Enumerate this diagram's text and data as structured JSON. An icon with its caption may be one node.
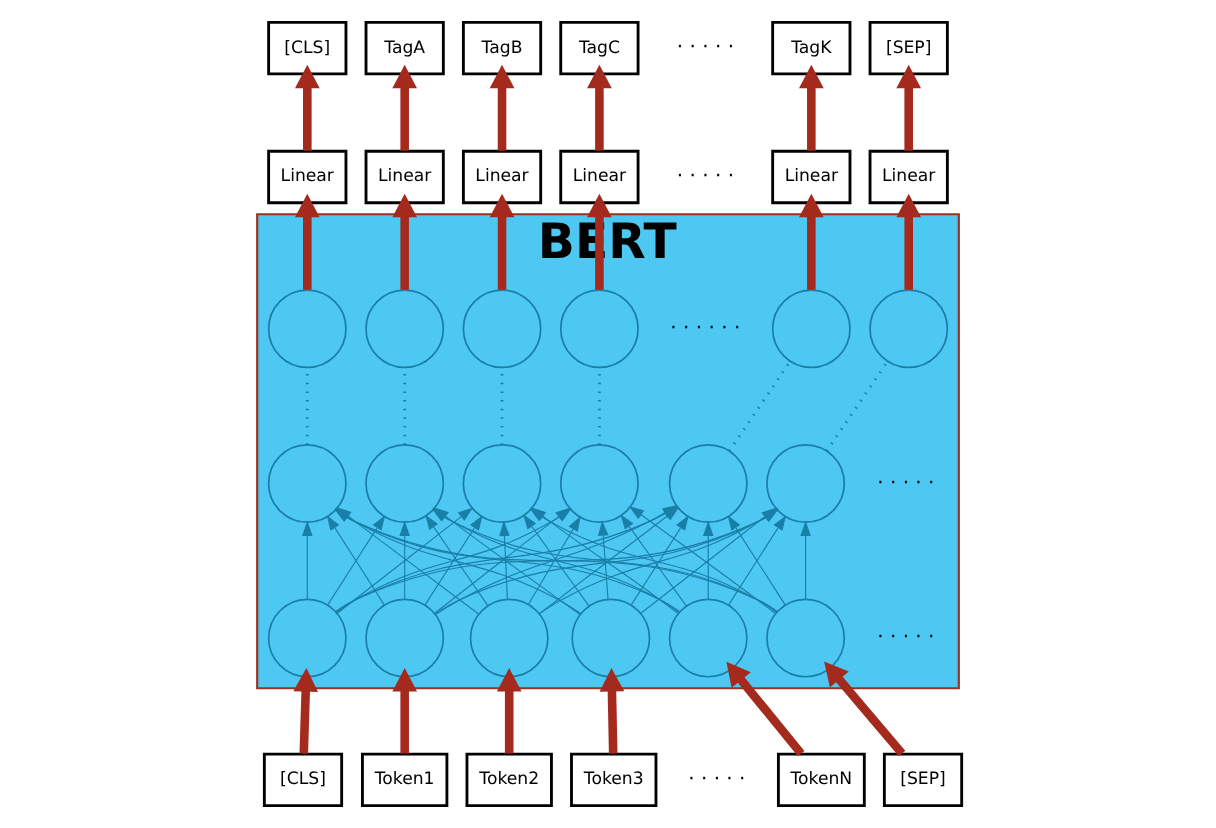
{
  "diagram": {
    "nodes": [
      {
        "text": [
          "[CLS]"
        ]
      },
      {
        "text": [
          "TagA"
        ]
      },
      {
        "text": [
          "TagB"
        ]
      },
      {
        "text": [
          "TagC"
        ]
      },
      {
        "text": [
          "TagK"
        ]
      },
      {
        "text": [
          "[SEP]"
        ]
      },
      {
        "text": [
          "Linear"
        ]
      },
      {
        "text": [
          "Linear"
        ]
      },
      {
        "text": [
          "Linear"
        ]
      },
      {
        "text": [
          "Linear"
        ]
      },
      {
        "text": [
          "Linear"
        ]
      },
      {
        "text": [
          "Linear"
        ]
      },
      {
        "text": [
          "BERT"
        ]
      },
      {
        "text": [],
        "shape": "circle",
        "in": 12
      },
      {
        "text": [],
        "shape": "circle",
        "in": 12
      },
      {
        "text": [],
        "shape": "circle",
        "in": 12
      },
      {
        "text": [],
        "shape": "circle",
        "in": 12
      },
      {
        "text": [],
        "shape": "circle",
        "in": 12
      },
      {
        "text": [],
        "shape": "circle",
        "in": 12
      },
      {
        "text": [],
        "shape": "circle",
        "in": 12
      },
      {
        "text": [],
        "shape": "circle",
        "in": 12
      },
      {
        "text": [],
        "shape": "circle",
        "in": 12
      },
      {
        "text": [],
        "shape": "circle",
        "in": 12
      },
      {
        "text": [],
        "shape": "circle",
        "in": 12
      },
      {
        "text": [],
        "shape": "circle",
        "in": 12
      },
      {
        "text": [],
        "shape": "circle",
        "in": 12
      },
      {
        "text": [],
        "shape": "circle",
        "in": 12
      },
      {
        "text": [],
        "shape": "circle",
        "in": 12
      },
      {
        "text": [],
        "shape": "circle",
        "in": 12
      },
      {
        "text": [],
        "shape": "circle",
        "in": 12
      },
      {
        "text": [],
        "shape": "circle",
        "in": 12
      },
      {
        "text": [
          "[CLS]"
        ]
      },
      {
        "text": [
          "Token1"
        ]
      },
      {
        "text": [
          "Token2"
        ]
      },
      {
        "text": [
          "Token3"
        ]
      },
      {
        "text": [
          "TokenN"
        ]
      },
      {
        "text": [
          "[SEP]"
        ]
      }
    ],
    "edges": [
      {
        "from": 31,
        "to": 25,
        "arrow": "to",
        "style": "thick",
        "color": "#a52a1e"
      },
      {
        "from": 32,
        "to": 26,
        "arrow": "to",
        "style": "thick",
        "color": "#a52a1e"
      },
      {
        "from": 33,
        "to": 27,
        "arrow": "to",
        "style": "thick",
        "color": "#a52a1e"
      },
      {
        "from": 34,
        "to": 28,
        "arrow": "to",
        "style": "thick",
        "color": "#a52a1e"
      },
      {
        "from": 35,
        "to": 29,
        "arrow": "to",
        "style": "thick",
        "color": "#a52a1e"
      },
      {
        "from": 36,
        "to": 30,
        "arrow": "to",
        "style": "thick",
        "color": "#a52a1e"
      },
      {
        "from": 25,
        "to": 19,
        "arrow": "to"
      },
      {
        "from": 25,
        "to": 20,
        "arrow": "to"
      },
      {
        "from": 25,
        "to": 21,
        "arrow": "to"
      },
      {
        "from": 25,
        "to": 22,
        "arrow": "to"
      },
      {
        "from": 25,
        "to": 23,
        "arrow": "to"
      },
      {
        "from": 25,
        "to": 24,
        "arrow": "to"
      },
      {
        "from": 26,
        "to": 19,
        "arrow": "to"
      },
      {
        "from": 26,
        "to": 20,
        "arrow": "to"
      },
      {
        "from": 26,
        "to": 21,
        "arrow": "to"
      },
      {
        "from": 26,
        "to": 22,
        "arrow": "to"
      },
      {
        "from": 26,
        "to": 23,
        "arrow": "to"
      },
      {
        "from": 26,
        "to": 24,
        "arrow": "to"
      },
      {
        "from": 27,
        "to": 19,
        "arrow": "to"
      },
      {
        "from": 27,
        "to": 20,
        "arrow": "to"
      },
      {
        "from": 27,
        "to": 21,
        "arrow": "to"
      },
      {
        "from": 27,
        "to": 22,
        "arrow": "to"
      },
      {
        "from": 27,
        "to": 23,
        "arrow": "to"
      },
      {
        "from": 27,
        "to": 24,
        "arrow": "to"
      },
      {
        "from": 28,
        "to": 19,
        "arrow": "to"
      },
      {
        "from": 28,
        "to": 20,
        "arrow": "to"
      },
      {
        "from": 28,
        "to": 21,
        "arrow": "to"
      },
      {
        "from": 28,
        "to": 22,
        "arrow": "to"
      },
      {
        "from": 28,
        "to": 23,
        "arrow": "to"
      },
      {
        "from": 28,
        "to": 24,
        "arrow": "to"
      },
      {
        "from": 29,
        "to": 19,
        "arrow": "to"
      },
      {
        "from": 29,
        "to": 20,
        "arrow": "to"
      },
      {
        "from": 29,
        "to": 21,
        "arrow": "to"
      },
      {
        "from": 29,
        "to": 22,
        "arrow": "to"
      },
      {
        "from": 29,
        "to": 23,
        "arrow": "to"
      },
      {
        "from": 29,
        "to": 24,
        "arrow": "to"
      },
      {
        "from": 30,
        "to": 19,
        "arrow": "to"
      },
      {
        "from": 30,
        "to": 20,
        "arrow": "to"
      },
      {
        "from": 30,
        "to": 21,
        "arrow": "to"
      },
      {
        "from": 30,
        "to": 22,
        "arrow": "to"
      },
      {
        "from": 30,
        "to": 23,
        "arrow": "to"
      },
      {
        "from": 30,
        "to": 24,
        "arrow": "to"
      },
      {
        "from": 19,
        "to": 13,
        "arrow": "none",
        "style": "dashed"
      },
      {
        "from": 20,
        "to": 14,
        "arrow": "none",
        "style": "dashed"
      },
      {
        "from": 21,
        "to": 15,
        "arrow": "none",
        "style": "dashed"
      },
      {
        "from": 22,
        "to": 16,
        "arrow": "none",
        "style": "dashed"
      },
      {
        "from": 23,
        "to": 17,
        "arrow": "none",
        "style": "dashed"
      },
      {
        "from": 24,
        "to": 18,
        "arrow": "none",
        "style": "dashed"
      },
      {
        "from": 13,
        "to": 6,
        "arrow": "to",
        "style": "thick",
        "color": "#a52a1e"
      },
      {
        "from": 14,
        "to": 7,
        "arrow": "to",
        "style": "thick",
        "color": "#a52a1e"
      },
      {
        "from": 15,
        "to": 8,
        "arrow": "to",
        "style": "thick",
        "color": "#a52a1e"
      },
      {
        "from": 16,
        "to": 9,
        "arrow": "to",
        "style": "thick",
        "color": "#a52a1e"
      },
      {
        "from": 17,
        "to": 10,
        "arrow": "to",
        "style": "thick",
        "color": "#a52a1e"
      },
      {
        "from": 18,
        "to": 11,
        "arrow": "to",
        "style": "thick",
        "color": "#a52a1e"
      },
      {
        "from": 6,
        "to": 0,
        "arrow": "to",
        "style": "thick",
        "color": "#a52a1e"
      },
      {
        "from": 7,
        "to": 1,
        "arrow": "to",
        "style": "thick",
        "color": "#a52a1e"
      },
      {
        "from": 8,
        "to": 2,
        "arrow": "to",
        "style": "thick",
        "color": "#a52a1e"
      },
      {
        "from": 9,
        "to": 3,
        "arrow": "to",
        "style": "thick",
        "color": "#a52a1e"
      },
      {
        "from": 10,
        "to": 4,
        "arrow": "to",
        "style": "thick",
        "color": "#a52a1e"
      },
      {
        "from": 11,
        "to": 5,
        "arrow": "to",
        "style": "thick",
        "color": "#a52a1e"
      }
    ],
    "labels": [
      "· · · · ·",
      "· · · · ·",
      "· · · · · ·",
      "· · · · ·",
      "· · · · ·",
      "· · · · ·"
    ]
  }
}
